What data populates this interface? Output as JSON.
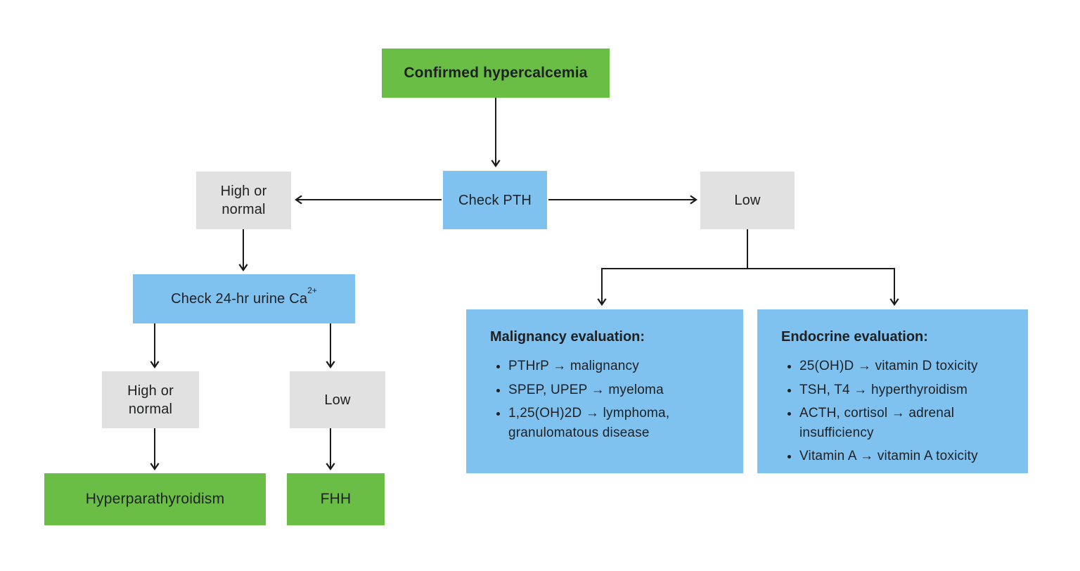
{
  "colors": {
    "green": "#6abe45",
    "blue": "#7fc1ef",
    "gray": "#e1e1e1",
    "text": "#1e2022",
    "arrow": "#1a1a1a",
    "bg": "#ffffff"
  },
  "nodes": {
    "confirmed": {
      "label": "Confirmed hypercalcemia"
    },
    "check_pth": {
      "label": "Check PTH"
    },
    "pth_high_or_normal": {
      "label": "High or normal"
    },
    "pth_low": {
      "label": "Low"
    },
    "check_urine": {
      "label": "Check 24-hr urine Ca",
      "sup": "2+"
    },
    "urine_high_or_normal": {
      "label": "High or normal"
    },
    "urine_low": {
      "label": "Low"
    },
    "hyperparathyroidism": {
      "label": "Hyperparathyroidism"
    },
    "fhh": {
      "label": "FHH"
    },
    "malignancy": {
      "title": "Malignancy evaluation:",
      "items": [
        "PTHrP → malignancy",
        "SPEP, UPEP → myeloma",
        "1,25(OH)2D → lymphoma, granulomatous disease"
      ]
    },
    "endocrine": {
      "title": "Endocrine evaluation:",
      "items": [
        "25(OH)D → vitamin D toxicity",
        "TSH, T4 → hyperthyroidism",
        "ACTH, cortisol → adrenal insufficiency",
        "Vitamin A → vitamin A toxicity"
      ]
    }
  }
}
